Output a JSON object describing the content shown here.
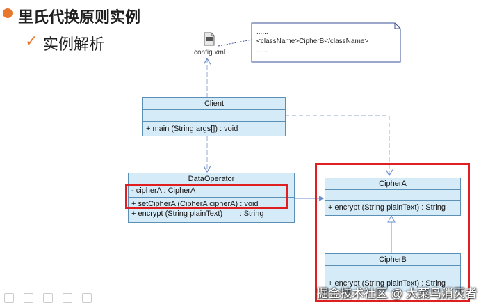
{
  "slide": {
    "title": "里氏代换原则实例",
    "subtitle": "实例解析",
    "check_icon": "check-icon"
  },
  "file": {
    "label": "config.xml",
    "icon": "xml-file-icon"
  },
  "note": {
    "lines": [
      "......",
      "<className>CipherB</className>",
      "......"
    ]
  },
  "classes": {
    "client": {
      "name": "Client",
      "methods": [
        "+ main (String args[]) : void"
      ]
    },
    "dataoperator": {
      "name": "DataOperator",
      "attrs": [
        "- cipherA : CipherA"
      ],
      "methods": [
        "+ setCipherA (CipherA cipherA) : void",
        "+ encrypt (String plainText)        : String"
      ]
    },
    "ciphera": {
      "name": "CipherA",
      "methods": [
        "+ encrypt (String plainText) : String"
      ]
    },
    "cipherb": {
      "name": "CipherB",
      "methods": [
        "+ encrypt (String plainText) : String"
      ]
    }
  },
  "watermark": "掘金技术社区 @ 大菜鸟消灭者",
  "colors": {
    "class_fill": "#d6ebf8",
    "class_border": "#5a8fb6",
    "highlight": "#e02020",
    "accent": "#e8772e"
  }
}
